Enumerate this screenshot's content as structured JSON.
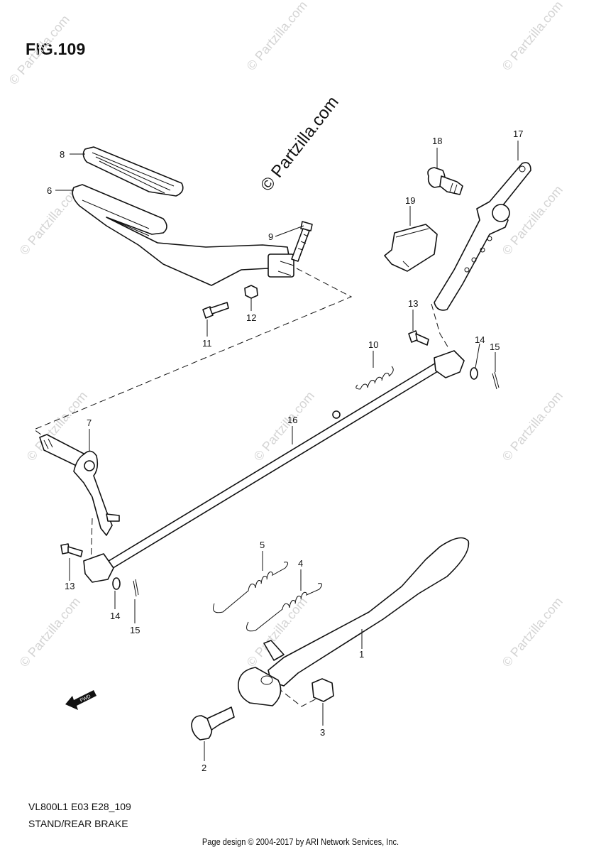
{
  "figure": {
    "title": "FIG.109",
    "model_code": "VL800L1 E03 E28_109",
    "section_name": "STAND/REAR BRAKE",
    "footer_credit": "Page design © 2004-2017 by ARI Network Services, Inc.",
    "watermark_center": "© Partzilla.com",
    "watermark_faint": "© Partzilla.com",
    "fwd_badge": "FWD"
  },
  "callouts": [
    {
      "id": "c8",
      "label": "8"
    },
    {
      "id": "c6",
      "label": "6"
    },
    {
      "id": "c9",
      "label": "9"
    },
    {
      "id": "c12",
      "label": "12"
    },
    {
      "id": "c11",
      "label": "11"
    },
    {
      "id": "c18",
      "label": "18"
    },
    {
      "id": "c17",
      "label": "17"
    },
    {
      "id": "c19",
      "label": "19"
    },
    {
      "id": "c13a",
      "label": "13"
    },
    {
      "id": "c14a",
      "label": "14"
    },
    {
      "id": "c15a",
      "label": "15"
    },
    {
      "id": "c10",
      "label": "10"
    },
    {
      "id": "c16",
      "label": "16"
    },
    {
      "id": "c7",
      "label": "7"
    },
    {
      "id": "c13b",
      "label": "13"
    },
    {
      "id": "c14b",
      "label": "14"
    },
    {
      "id": "c15b",
      "label": "15"
    },
    {
      "id": "c5",
      "label": "5"
    },
    {
      "id": "c4",
      "label": "4"
    },
    {
      "id": "c1",
      "label": "1"
    },
    {
      "id": "c3",
      "label": "3"
    },
    {
      "id": "c2",
      "label": "2"
    }
  ]
}
